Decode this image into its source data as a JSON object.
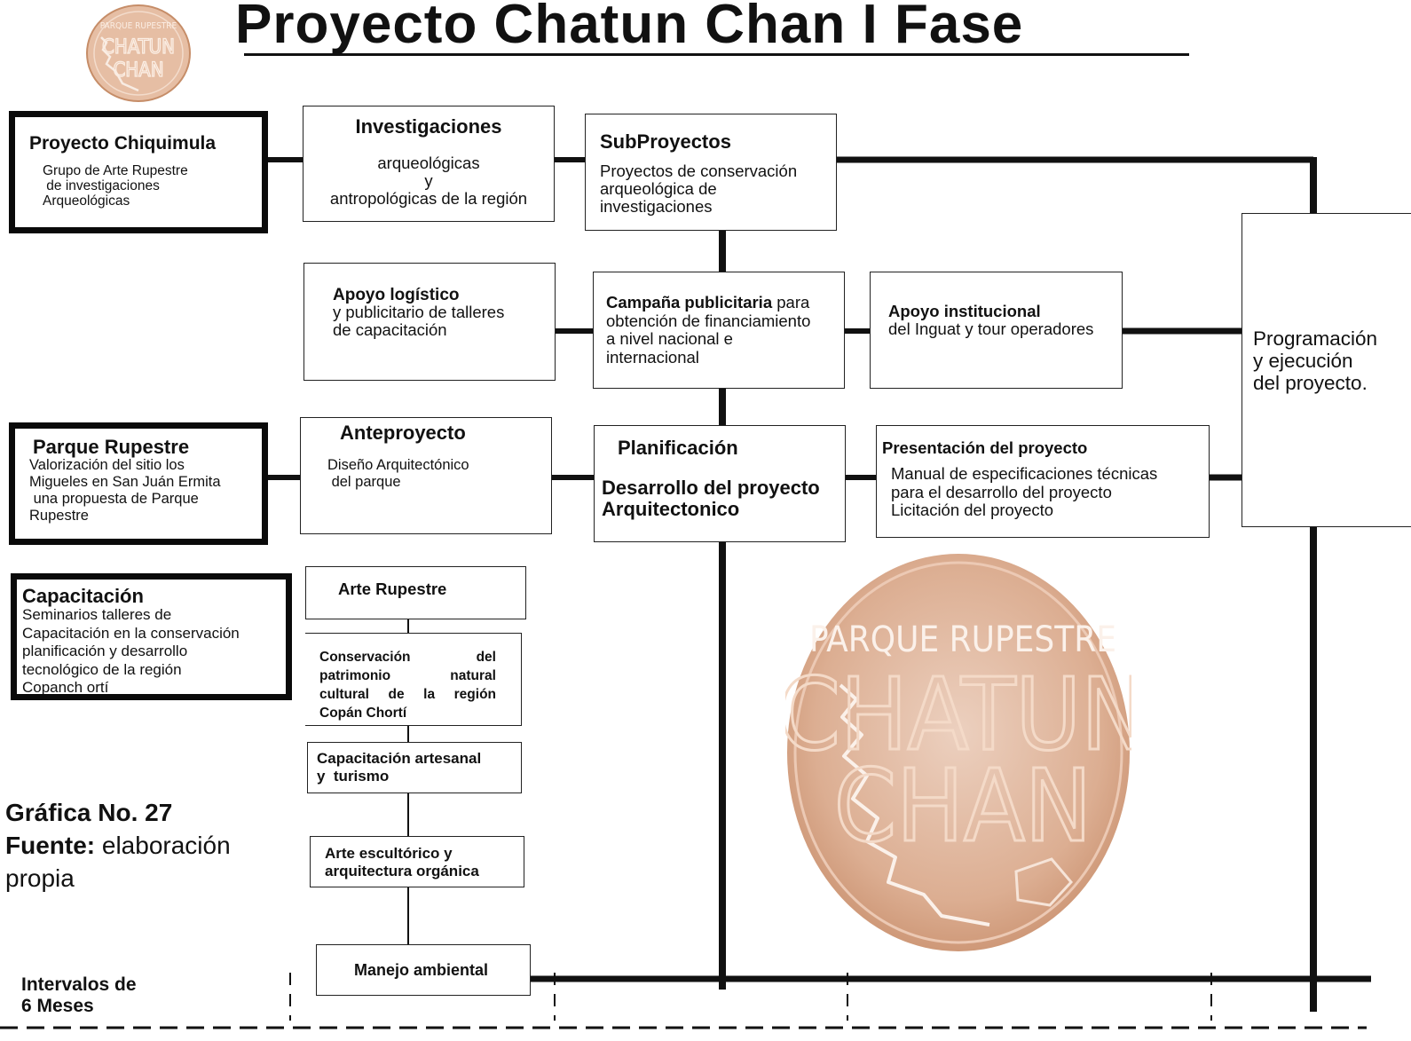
{
  "title": "Proyecto Chatun Chan  I Fase",
  "logo": {
    "line1": "PARQUE RUPESTRE",
    "line2": "CHATUN",
    "line3": "CHAN"
  },
  "watermark": {
    "line1": "PARQUE RUPESTRE",
    "line2": "CHATUN",
    "line3": "CHAN"
  },
  "left_column": {
    "chiquimula": {
      "title": "Proyecto Chiquimula",
      "lines": [
        "Grupo de Arte Rupestre",
        " de investigaciones",
        "Arqueológicas"
      ]
    },
    "parque": {
      "title": "Parque Rupestre",
      "lines": [
        "Valorización del sitio los",
        "Migueles en San Juán Ermita",
        " una propuesta de Parque",
        "Rupestre"
      ]
    },
    "capacitacion": {
      "title": "Capacitación",
      "lines": [
        "Seminarios talleres de",
        "Capacitación en la conservación",
        "planificación y desarrollo",
        "tecnológico de la región",
        "Copanch ortí"
      ]
    }
  },
  "column2": {
    "investigaciones": {
      "title": "Investigaciones",
      "lines": [
        "arqueológicas",
        "y",
        "antropológicas de la región"
      ]
    },
    "apoyo_logistico": {
      "title": "Apoyo logístico",
      "lines": [
        "y publicitario de talleres",
        "de capacitación"
      ]
    },
    "anteproyecto": {
      "title": "Anteproyecto",
      "lines": [
        "Diseño Arquitectónico",
        " del parque"
      ]
    },
    "arte_rupestre": {
      "title": "Arte Rupestre"
    },
    "conservacion": {
      "lines": [
        "Conservación del",
        "patrimonio natural",
        "cultural de la región",
        "Copán Chortí"
      ]
    },
    "capacitacion_artesanal": {
      "lines": [
        "Capacitación artesanal",
        "y  turismo"
      ]
    },
    "arte_escultorico": {
      "lines": [
        "Arte escultórico y",
        "arquitectura orgánica"
      ]
    },
    "manejo": {
      "title": "Manejo ambiental"
    }
  },
  "column3": {
    "subproyectos": {
      "title": "SubProyectos",
      "lines": [
        "Proyectos de conservación",
        "arqueológica de",
        "investigaciones"
      ]
    },
    "campana": {
      "title": "Campaña publicitaria",
      "title_rest": " para",
      "lines": [
        "obtención de financiamiento",
        "a nivel nacional e",
        "internacional"
      ]
    },
    "planificacion": {
      "title": "Planificación",
      "title2": "Desarrollo del proyecto",
      "title3": "Arquitectonico"
    }
  },
  "column4": {
    "apoyo_institucional": {
      "title": "Apoyo institucional",
      "lines": [
        "del Inguat y tour operadores"
      ]
    },
    "presentacion": {
      "title": "Presentación del proyecto",
      "lines": [
        "Manual de especificaciones técnicas",
        "para el desarrollo del proyecto",
        "Licitación del proyecto"
      ]
    }
  },
  "programacion": {
    "lines": [
      "Programación",
      "y ejecución",
      "del proyecto."
    ]
  },
  "caption": {
    "grafica": "Gráfica No. 27",
    "fuente_label": "Fuente:",
    "fuente_text": " elaboración",
    "fuente_text2": "propia"
  },
  "interval": {
    "line1": "Intervalos de",
    "line2": "6 Meses"
  },
  "colors": {
    "line": "#111111",
    "seal": "#e0b69a",
    "seal_dark": "#c88c66"
  }
}
